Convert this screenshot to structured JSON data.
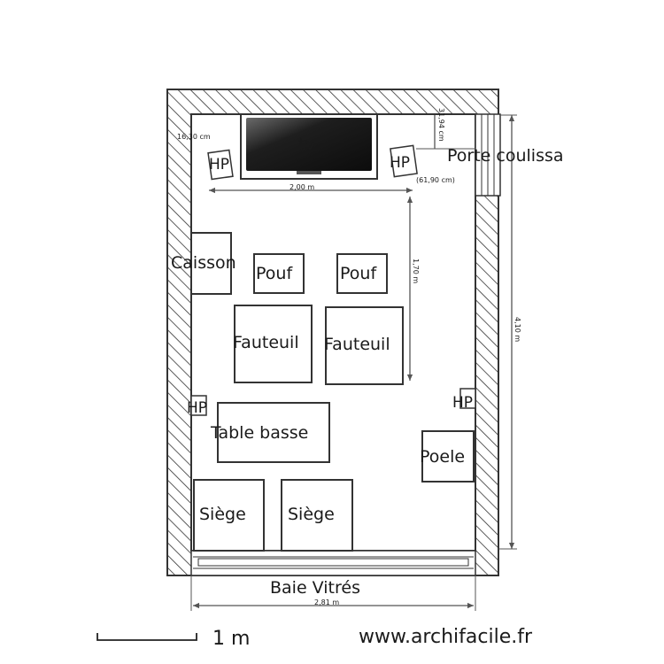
{
  "plan": {
    "labels": {
      "tv": "tv",
      "hp": "HP",
      "porte": "Porte coulissa",
      "caisson": "Caisson",
      "pouf": "Pouf",
      "fauteuil": "Fauteuil",
      "table": "Table basse",
      "poele": "Poele",
      "siege": "Siège",
      "baie": "Baie Vitrés"
    },
    "dimensions": {
      "hp_offset": "16,30 cm",
      "tv_width": "2,00 m",
      "door_offset": "(61,90 cm)",
      "door_gap": "31,94 cm",
      "hp_to_fauteuil": "1,70 m",
      "room_length": "4,10 m",
      "room_width": "2,81 m"
    }
  },
  "footer": {
    "scale": "1 m",
    "site": "www.archifacile.fr"
  },
  "colors": {
    "wall": "#333333",
    "tv_screen": "#1e1e1e"
  }
}
